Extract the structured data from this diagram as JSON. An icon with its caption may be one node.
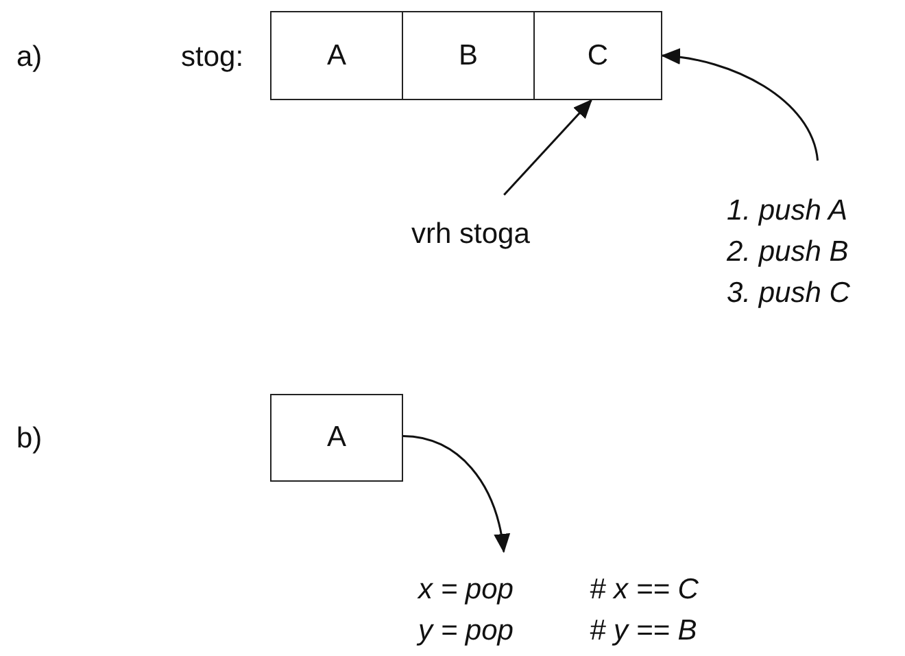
{
  "diagram": {
    "nodes": [
      {
        "text": [
          "A"
        ]
      },
      {
        "text": [
          "B"
        ]
      },
      {
        "text": [
          "C"
        ]
      },
      {
        "text": [
          "vrh stoga"
        ]
      },
      {
        "text": [
          "1. push A",
          "2. push B",
          "3. push C"
        ]
      },
      {
        "text": [
          "A"
        ]
      },
      {
        "text": [
          "x = pop",
          "# x == C",
          "y = pop",
          "# y == B"
        ]
      }
    ],
    "edges": [
      {
        "from": 4,
        "to": 2,
        "arrow": "to"
      },
      {
        "from": 3,
        "to": 2,
        "arrow": "to"
      },
      {
        "from": 5,
        "to": 6,
        "arrow": "to"
      }
    ],
    "labels": [
      "a)",
      "stog:",
      "b)"
    ]
  }
}
